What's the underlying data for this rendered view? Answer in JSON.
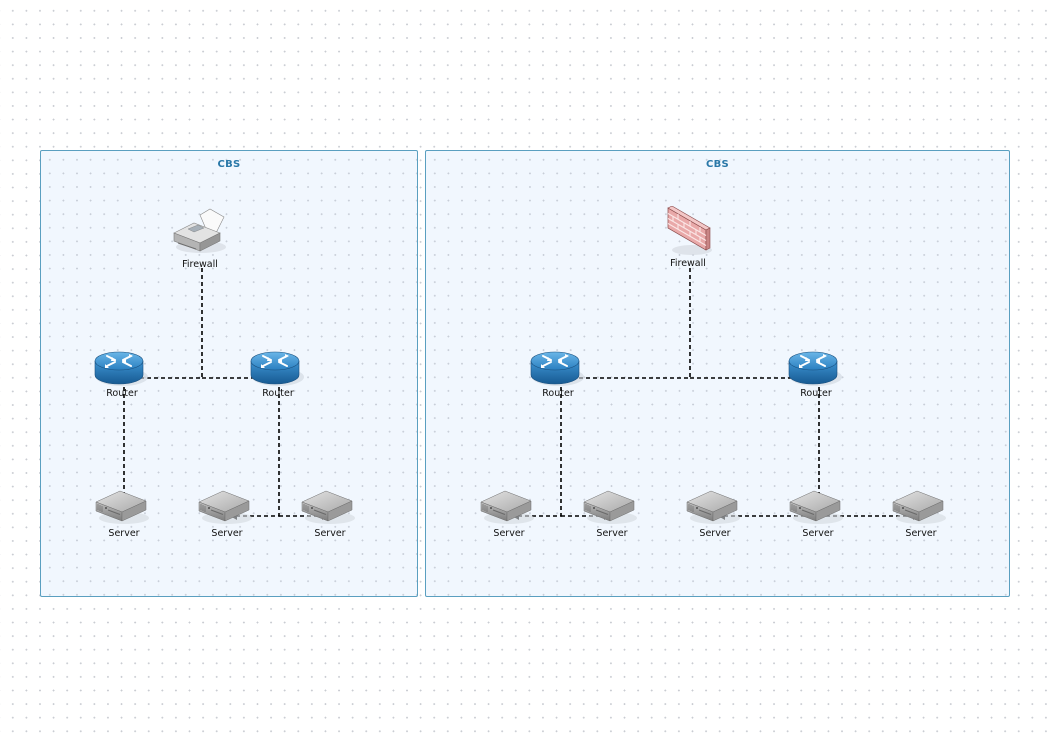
{
  "groups": [
    {
      "title": "CBS",
      "firewall": {
        "label": "Firewall",
        "icon": "printer-icon"
      },
      "routers": [
        {
          "label": "Router"
        },
        {
          "label": "Router"
        }
      ],
      "servers": [
        {
          "label": "Server"
        },
        {
          "label": "Server"
        },
        {
          "label": "Server"
        }
      ]
    },
    {
      "title": "CBS",
      "firewall": {
        "label": "Firewall",
        "icon": "firewall-brick-icon"
      },
      "routers": [
        {
          "label": "Router"
        },
        {
          "label": "Router"
        }
      ],
      "servers": [
        {
          "label": "Server"
        },
        {
          "label": "Server"
        },
        {
          "label": "Server"
        },
        {
          "label": "Server"
        },
        {
          "label": "Server"
        }
      ]
    }
  ],
  "connections": [
    {
      "from": "g0-firewall",
      "to": "g0-router-0"
    },
    {
      "from": "g0-firewall",
      "to": "g0-router-1"
    },
    {
      "from": "g0-router-0",
      "to": "g0-server-0"
    },
    {
      "from": "g0-router-1",
      "to": "g0-server-1"
    },
    {
      "from": "g0-router-1",
      "to": "g0-server-2"
    },
    {
      "from": "g1-firewall",
      "to": "g1-router-0"
    },
    {
      "from": "g1-firewall",
      "to": "g1-router-1"
    },
    {
      "from": "g1-router-0",
      "to": "g1-server-0"
    },
    {
      "from": "g1-router-0",
      "to": "g1-server-1"
    },
    {
      "from": "g1-router-1",
      "to": "g1-server-2"
    },
    {
      "from": "g1-router-1",
      "to": "g1-server-3"
    },
    {
      "from": "g1-router-1",
      "to": "g1-server-4"
    }
  ],
  "colors": {
    "group_border": "#5a9fc0",
    "group_fill": "#f1f7fe",
    "group_title": "#2a78a8",
    "router_blue": "#2f86c6",
    "connector": "#000000"
  }
}
